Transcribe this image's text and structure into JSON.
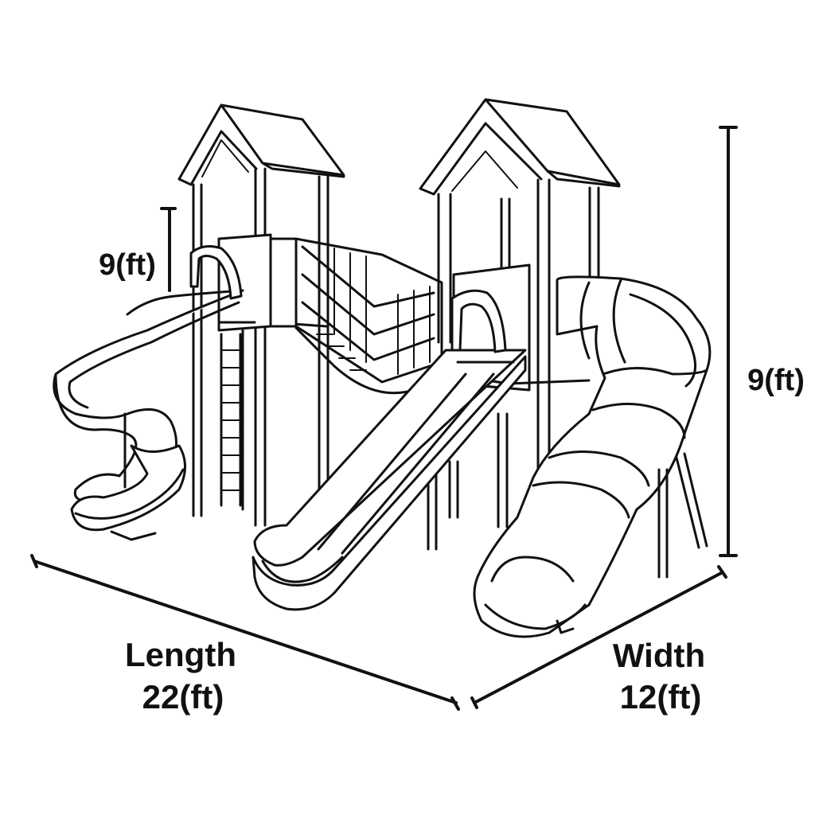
{
  "dimensions": {
    "platform_height": "9(ft)",
    "total_height": "9(ft)",
    "length_label": "Length",
    "length_value": "22(ft)",
    "width_label": "Width",
    "width_value": "12(ft)"
  },
  "colors": {
    "line": "#111111",
    "background": "#ffffff"
  }
}
